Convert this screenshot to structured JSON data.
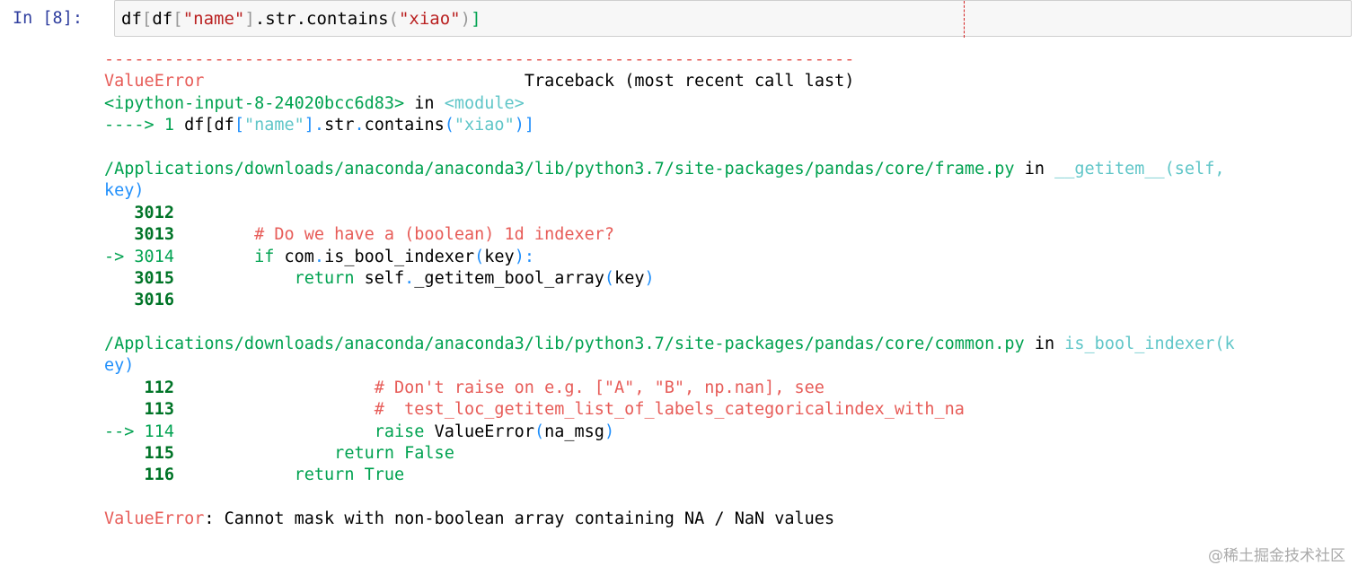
{
  "prompt": "In [8]:",
  "input": {
    "parts": [
      "df",
      "[",
      "df",
      "[",
      "\"name\"",
      "]",
      ".",
      "str",
      ".",
      "contains",
      "(",
      "\"xiao\"",
      ")",
      "]"
    ]
  },
  "traceback": {
    "separator": "---------------------------------------------------------------------------",
    "error_name": "ValueError",
    "header_gap": "                                ",
    "header_right": "Traceback (most recent call last)",
    "frame1_file": "<ipython-input-8-24020bcc6d83>",
    "frame1_in": " in ",
    "frame1_module": "<module>",
    "frame1_arrow": "----> 1 ",
    "frame1_code_a": "df[df",
    "frame1_code_b": "[",
    "frame1_code_c": "\"name\"",
    "frame1_code_d": "].",
    "frame1_code_e": "str",
    "frame1_code_f": ".",
    "frame1_code_g": "contains",
    "frame1_code_h": "(",
    "frame1_code_i": "\"xiao\"",
    "frame1_code_j": ")]",
    "frame2_path": "/Applications/downloads/anaconda/anaconda3/lib/python3.7/site-packages/pandas/core/frame.py",
    "frame2_in": " in ",
    "frame2_func": "__getitem__(self,",
    "frame2_func_cont": "key)",
    "frame2_lines": [
      {
        "num": "   3012",
        "code": ""
      },
      {
        "num": "   3013",
        "code": "        # Do we have a (boolean) 1d indexer?"
      },
      {
        "num": "-> 3014",
        "code": "        if com.is_bool_indexer(key):"
      },
      {
        "num": "   3015",
        "code": "            return self._getitem_bool_array(key)"
      },
      {
        "num": "   3016",
        "code": ""
      }
    ],
    "frame3_path": "/Applications/downloads/anaconda/anaconda3/lib/python3.7/site-packages/pandas/core/common.py",
    "frame3_in": " in ",
    "frame3_func": "is_bool_indexer(k",
    "frame3_func_cont": "ey)",
    "frame3_lines": [
      {
        "num": "    112",
        "code": "                    # Don't raise on e.g. [\"A\", \"B\", np.nan], see"
      },
      {
        "num": "    113",
        "code": "                    #  test_loc_getitem_list_of_labels_categoricalindex_with_na"
      },
      {
        "num": "--> 114",
        "code": "                    raise ValueError(na_msg)"
      },
      {
        "num": "    115",
        "code": "                return False"
      },
      {
        "num": "    116",
        "code": "            return True"
      }
    ],
    "final_error_name": "ValueError",
    "final_message": ": Cannot mask with non-boolean array containing NA / NaN values"
  },
  "watermark": "@稀土掘金技术社区",
  "colors": {
    "prompt": "#303f9f",
    "error_red": "#e75c58",
    "green": "#00a250",
    "dark_green": "#007427",
    "cyan": "#60c6c8",
    "blue": "#208ffb"
  }
}
